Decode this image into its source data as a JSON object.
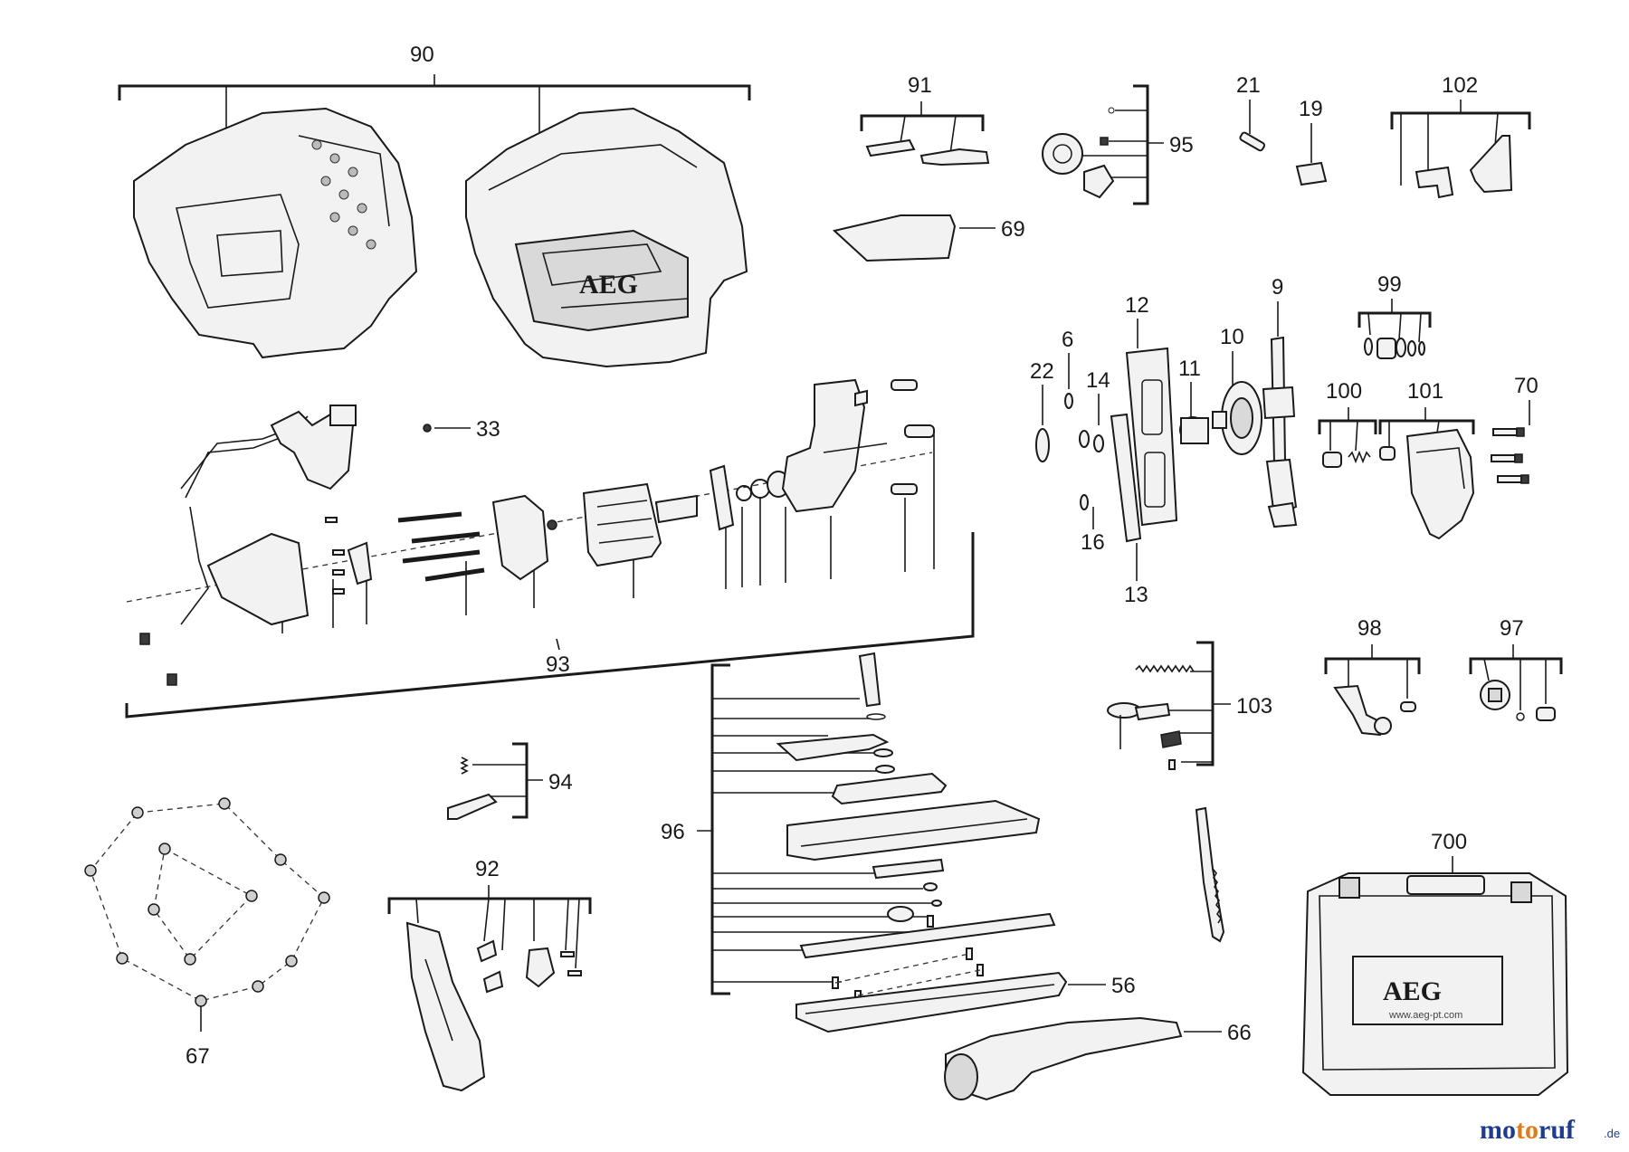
{
  "diagram": {
    "labels": {
      "p90": "90",
      "p91": "91",
      "p95": "95",
      "p21": "21",
      "p19": "19",
      "p102": "102",
      "p69": "69",
      "p33": "33",
      "p12": "12",
      "p9": "9",
      "p99": "99",
      "p6": "6",
      "p10": "10",
      "p22": "22",
      "p14": "14",
      "p11": "11",
      "p100": "100",
      "p101": "101",
      "p70": "70",
      "p16": "16",
      "p13": "13",
      "p93": "93",
      "p98": "98",
      "p97": "97",
      "p103": "103",
      "p94": "94",
      "p96": "96",
      "p700": "700",
      "p92": "92",
      "p56": "56",
      "p66": "66",
      "p67": "67"
    },
    "housing_brand": "AEG",
    "case_brand": "AEG",
    "case_url": "www.aeg-pt.com",
    "watermark": {
      "part1": "mo",
      "part2": "to",
      "part3": "ruf",
      "suffix": ".de"
    }
  }
}
